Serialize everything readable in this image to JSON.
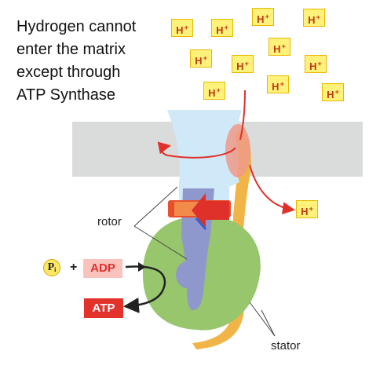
{
  "caption": {
    "lines": [
      "Hydrogen cannot",
      "enter the matrix",
      "except through",
      "ATP Synthase"
    ]
  },
  "proton": {
    "symbol": "H",
    "charge": "+"
  },
  "labels": {
    "rotor": "rotor",
    "stator": "stator",
    "phosphate_symbol": "P",
    "phosphate_subscript": "i",
    "plus": "+",
    "adp": "ADP",
    "atp": "ATP"
  },
  "colors": {
    "membrane": "#dadcdc",
    "channel": "#cfe9f8",
    "rotor_shaft": "#8f98cc",
    "f1_head": "#97c66d",
    "stator": "#f1b447",
    "proton_path": "#e0302a",
    "proton_box_fill": "#fff27a",
    "adp_fill": "#f9c2bd",
    "atp_fill": "#e3312c"
  }
}
